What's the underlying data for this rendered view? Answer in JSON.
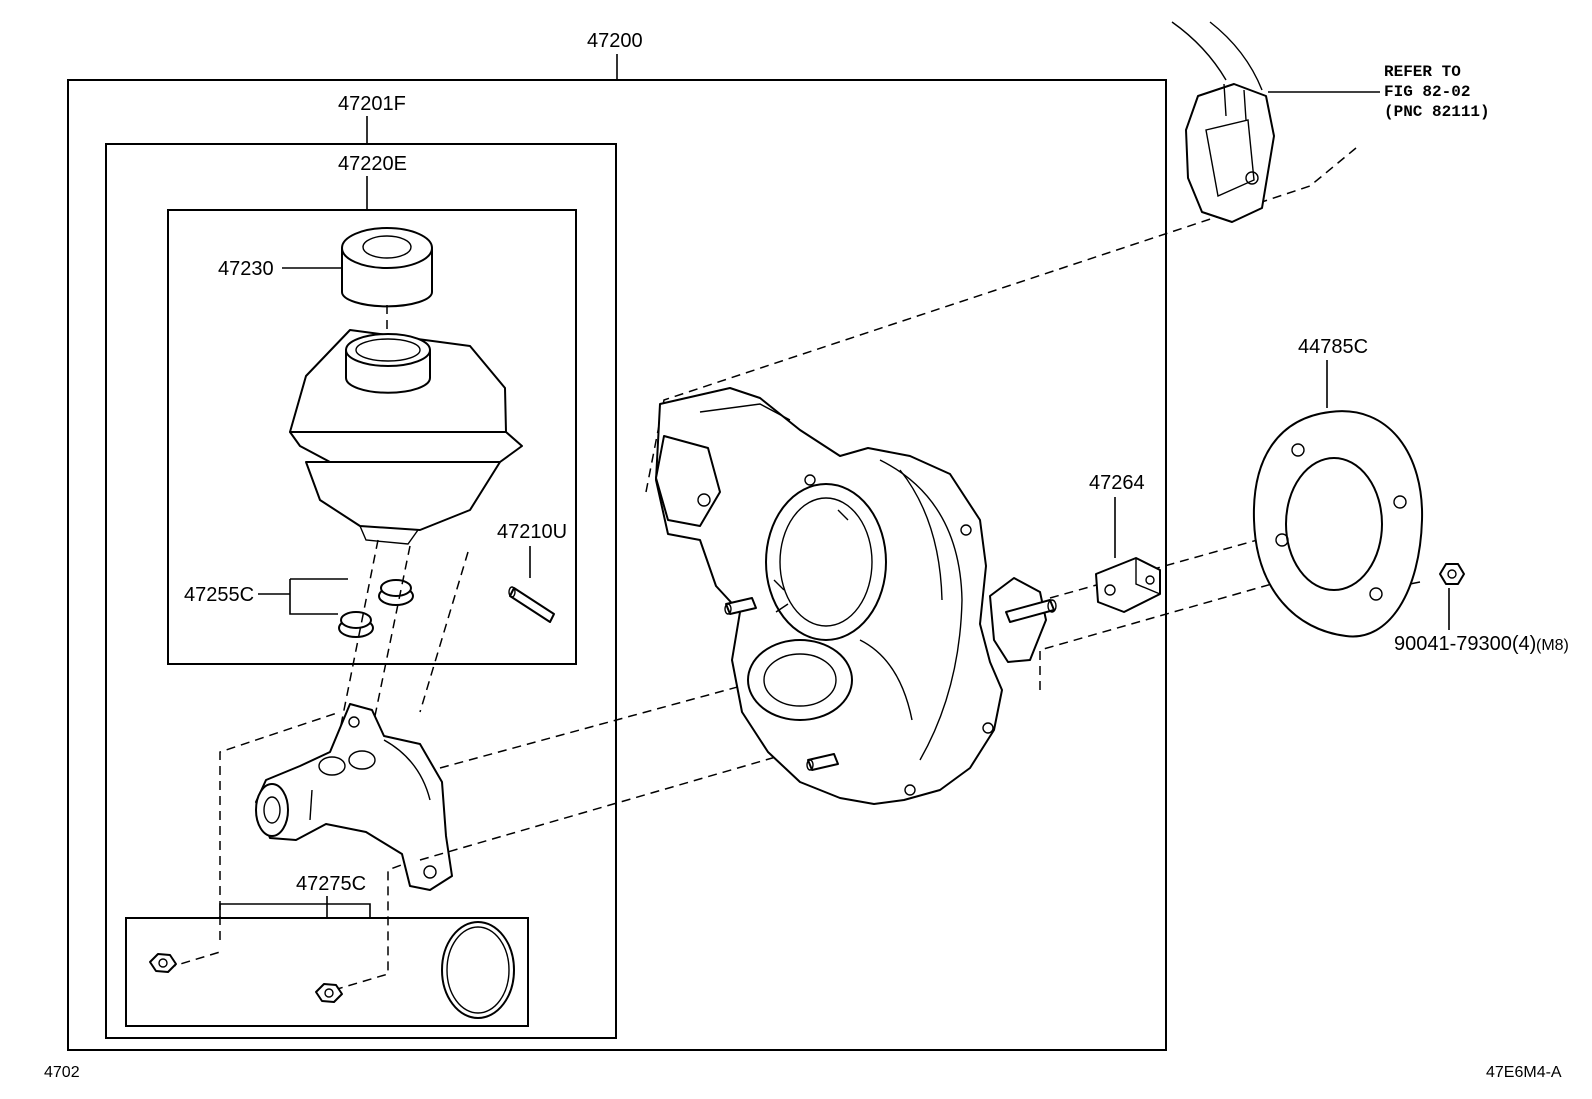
{
  "diagram": {
    "labels": {
      "assy_47200": "47200",
      "assy_47201f": "47201F",
      "assy_47220e": "47220E",
      "part_47230": "47230",
      "part_47210u": "47210U",
      "part_47255c": "47255C",
      "part_47275c": "47275C",
      "part_47264": "47264",
      "part_44785c": "44785C",
      "part_90041": "90041-79300(4)",
      "part_90041_size": "(M8)"
    },
    "reference": {
      "line1": "REFER TO",
      "line2": "FIG 82-02",
      "line3": "(PNC 82111)"
    },
    "footer": {
      "left_code": "4702",
      "right_code": "47E6M4-A"
    }
  }
}
